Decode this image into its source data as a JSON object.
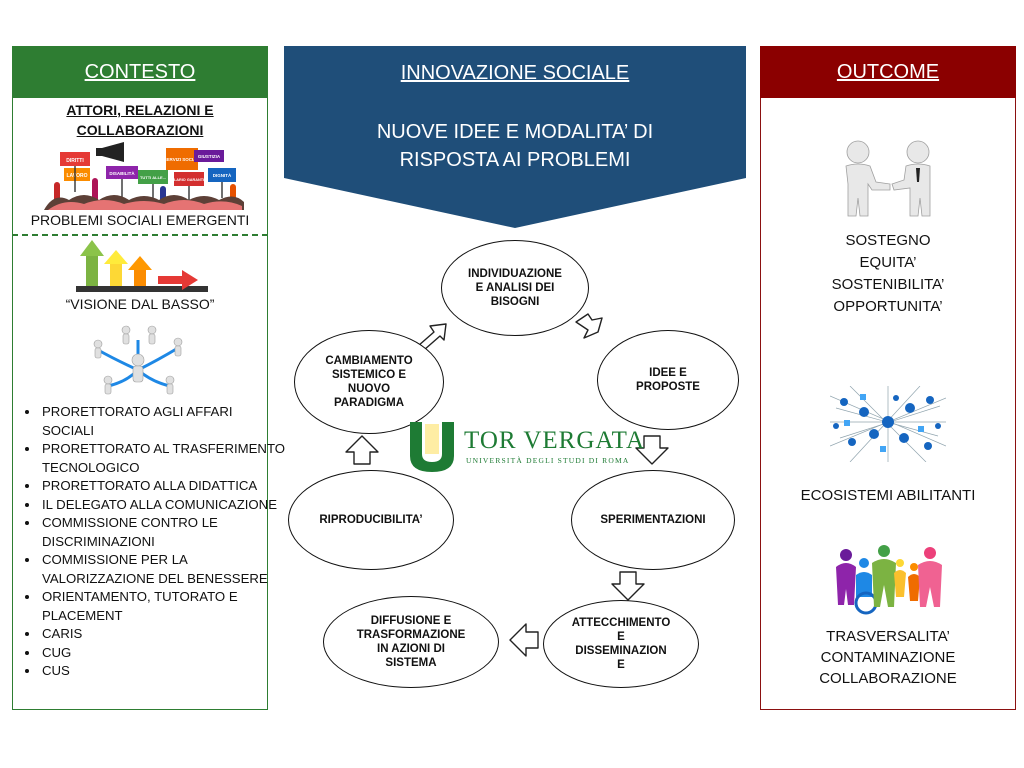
{
  "left": {
    "header": "CONTESTO",
    "subtitle_line1": "ATTORI, RELAZIONI E",
    "subtitle_line2": "COLLABORAZIONI",
    "problems": "PROBLEMI SOCIALI EMERGENTI",
    "vision": "“VISIONE DAL BASSO”",
    "protest_signs": [
      "DIRITTI",
      "LAVORO",
      "DISABILITÀ",
      "TUTTI ALLE...",
      "SERVIZI SOCIALI",
      "GIUSTIZIA",
      "SALARIO GARANTITO",
      "DIGNITÀ"
    ],
    "list": [
      "PRORETTORATO AGLI AFFARI SOCIALI",
      "PRORETTORATO AL TRASFERIMENTO TECNOLOGICO",
      "PRORETTORATO ALLA DIDATTICA",
      "IL DELEGATO ALLA COMUNICAZIONE",
      "COMMISSIONE CONTRO LE DISCRIMINAZIONI",
      "COMMISSIONE PER LA VALORIZZAZIONE DEL BENESSERE",
      "ORIENTAMENTO, TUTORATO E PLACEMENT",
      "CARIS",
      "CUG",
      "CUS"
    ],
    "color": "#2e7d32"
  },
  "center": {
    "title": "INNOVAZIONE SOCIALE",
    "subtitle_line1": "NUOVE IDEE E MODALITA’ DI",
    "subtitle_line2": "RISPOSTA AI PROBLEMI",
    "color": "#1f4e79",
    "cycle": {
      "individuazione": [
        "INDIVIDUAZIONE",
        "E ANALISI DEI",
        "BISOGNI"
      ],
      "idee": [
        "IDEE E",
        "PROPOSTE"
      ],
      "sperimentazioni": [
        "SPERIMENTAZIONI"
      ],
      "attecchimento": [
        "ATTECCHIMENTO",
        "E",
        "DISSEMINAZION",
        "E"
      ],
      "diffusione": [
        "DIFFUSIONE E",
        "TRASFORMAZIONE",
        "IN AZIONI DI",
        "SISTEMA"
      ],
      "riproducibilita": [
        "RIPRODUCIBILITA’"
      ],
      "cambiamento": [
        "CAMBIAMENTO",
        "SISTEMICO E",
        "NUOVO",
        "PARADIGMA"
      ]
    },
    "logo": {
      "name": "TOR VERGATA",
      "subtitle": "UNIVERSITÀ DEGLI STUDI DI ROMA",
      "color": "#1e7b34"
    }
  },
  "right": {
    "header": "OUTCOME",
    "values": [
      "SOSTEGNO",
      "EQUITA’",
      "SOSTENIBILITA’",
      "OPPORTUNITA’"
    ],
    "ecosystems": "ECOSISTEMI ABILITANTI",
    "transversal": [
      "TRASVERSALITA’",
      "CONTAMINAZIONE",
      "COLLABORAZIONE"
    ],
    "color": "#8b0000"
  }
}
